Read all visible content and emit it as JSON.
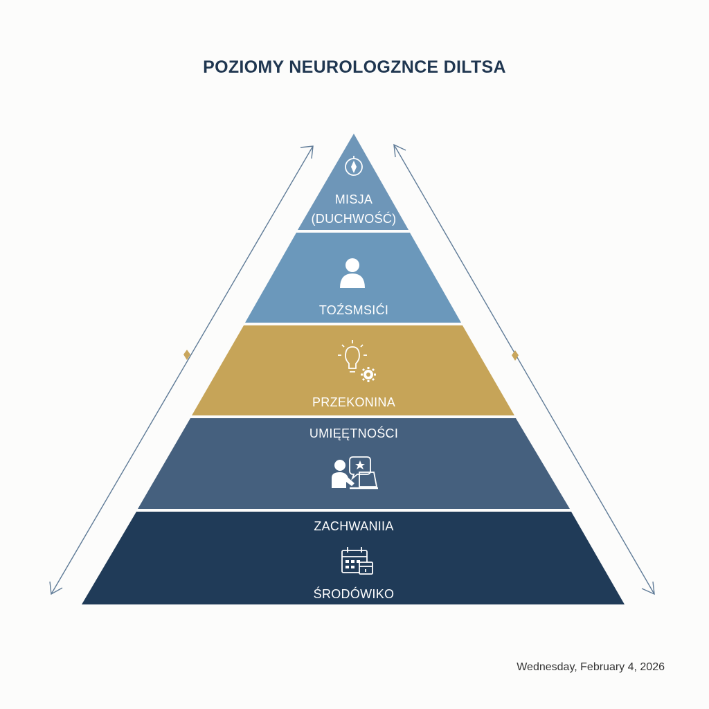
{
  "title": "POZIOMY NEUROLOGZNCE DILTSA",
  "date": "Wednesday, February 4, 2026",
  "colors": {
    "level1": "#6e96b8",
    "level2": "#6b98bb",
    "level3": "#c6a458",
    "level4": "#45607e",
    "level5": "#203b58",
    "arrow": "#5f7b97",
    "arrow_marker": "#c9a65c",
    "title": "#1f3650"
  },
  "levels": [
    {
      "id": "misja",
      "icon": "compass-icon",
      "label_line1": "MISJA",
      "label_line2": "(DUCHWOŚĆ)"
    },
    {
      "id": "tozsamosc",
      "icon": "person-icon",
      "label": "TOŹSMSIĆI"
    },
    {
      "id": "przekonania",
      "icon": "lightbulb-gear-icon",
      "label": "PRZEKONINA"
    },
    {
      "id": "umiejetnosci",
      "icon": "person-laptop-chat-icon",
      "label": "UMIĘĘTNOŚCI"
    },
    {
      "id": "zachowania",
      "icon": "calendar-icon",
      "label_top": "ZACHWANIIA",
      "label_bottom": "ŚRODÓWIKO"
    }
  ]
}
